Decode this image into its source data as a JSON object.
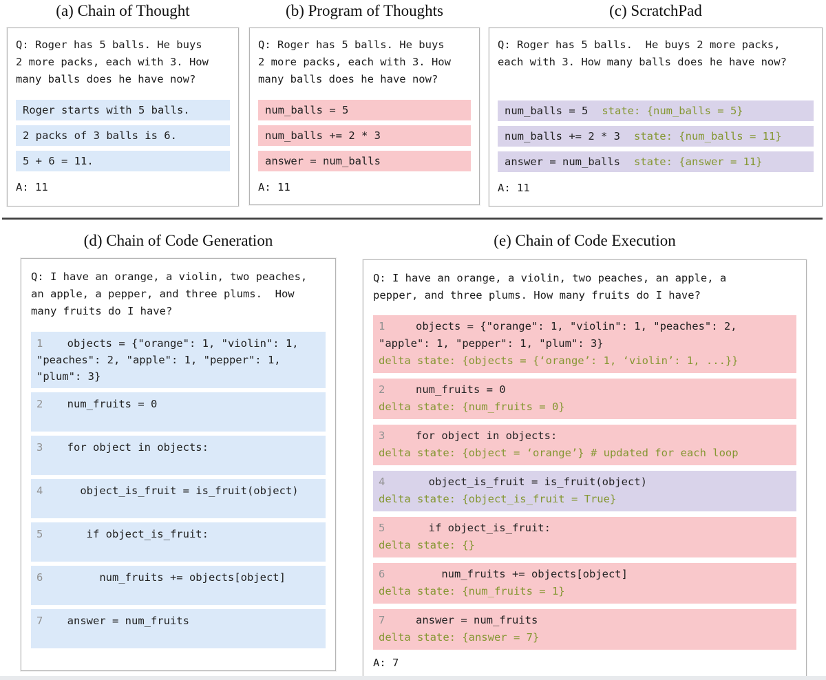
{
  "colors": {
    "cot_highlight_blue": "#dbe9f9",
    "pot_highlight_pink": "#f9c8cb",
    "scratchpad_highlight_purple": "#d9d3ea",
    "state_text_olive": "#859733",
    "line_number_gray": "#929292"
  },
  "a": {
    "title": "(a) Chain of Thought",
    "question": "Q: Roger has 5 balls. He buys\n2 more packs, each with 3. How\nmany balls does he have now?",
    "rows": [
      "Roger starts with 5 balls.",
      "2 packs of 3 balls is 6.",
      "5 + 6 = 11."
    ],
    "answer": "A: 11"
  },
  "b": {
    "title": "(b) Program of Thoughts",
    "question": "Q: Roger has 5 balls. He buys\n2 more packs, each with 3. How\nmany balls does he have now?",
    "rows": [
      "num_balls = 5",
      "num_balls += 2 * 3",
      "answer = num_balls"
    ],
    "answer": "A: 11"
  },
  "c": {
    "title": "(c) ScratchPad",
    "question": "Q: Roger has 5 balls.  He buys 2 more packs,\neach with 3. How many balls does he have now?",
    "rows": [
      {
        "code": "num_balls = 5",
        "state": "state: {num_balls = 5}"
      },
      {
        "code": "num_balls += 2 * 3",
        "state": "state: {num_balls = 11}"
      },
      {
        "code": "answer = num_balls",
        "state": "state: {answer = 11}"
      }
    ],
    "answer": "A: 11"
  },
  "d": {
    "title": "(d) Chain of Code Generation",
    "question": "Q: I have an orange, a violin, two peaches,\nan apple, a pepper, and three plums.  How\nmany fruits do I have?",
    "rows": [
      {
        "num": "1",
        "code": "  objects = {\"orange\": 1, \"violin\": 1,\n\"peaches\": 2, \"apple\": 1, \"pepper\": 1,\n\"plum\": 3}"
      },
      {
        "num": "2",
        "code": "  num_fruits = 0"
      },
      {
        "num": "3",
        "code": "  for object in objects:"
      },
      {
        "num": "4",
        "code": "    object_is_fruit = is_fruit(object)"
      },
      {
        "num": "5",
        "code": "     if object_is_fruit:"
      },
      {
        "num": "6",
        "code": "       num_fruits += objects[object]"
      },
      {
        "num": "7",
        "code": "  answer = num_fruits"
      }
    ]
  },
  "e": {
    "title": "(e) Chain of Code Execution",
    "question": "Q: I have an orange, a violin, two peaches, an apple, a\npepper, and three plums. How many fruits do I have?",
    "rows": [
      {
        "num": "1",
        "variant": "pink",
        "code": "   objects = {\"orange\": 1, \"violin\": 1, \"peaches\": 2,\n\"apple\": 1, \"pepper\": 1, \"plum\": 3}",
        "delta": "delta state: {objects = {‘orange’: 1, ‘violin’: 1, ...}}"
      },
      {
        "num": "2",
        "variant": "pink",
        "code": "   num_fruits = 0",
        "delta": "delta state: {num_fruits = 0}"
      },
      {
        "num": "3",
        "variant": "pink",
        "code": "   for object in objects:",
        "delta": "delta state: {object = ‘orange’} # updated for each loop"
      },
      {
        "num": "4",
        "variant": "purple",
        "code": "     object_is_fruit = is_fruit(object)",
        "delta": "delta state: {object_is_fruit = True}"
      },
      {
        "num": "5",
        "variant": "pink",
        "code": "     if object_is_fruit:",
        "delta": "delta state: {}"
      },
      {
        "num": "6",
        "variant": "pink",
        "code": "       num_fruits += objects[object]",
        "delta": "delta state: {num_fruits = 1}"
      },
      {
        "num": "7",
        "variant": "pink",
        "code": "   answer = num_fruits",
        "delta": "delta state: {answer = 7}"
      }
    ],
    "answer": "A: 7"
  }
}
